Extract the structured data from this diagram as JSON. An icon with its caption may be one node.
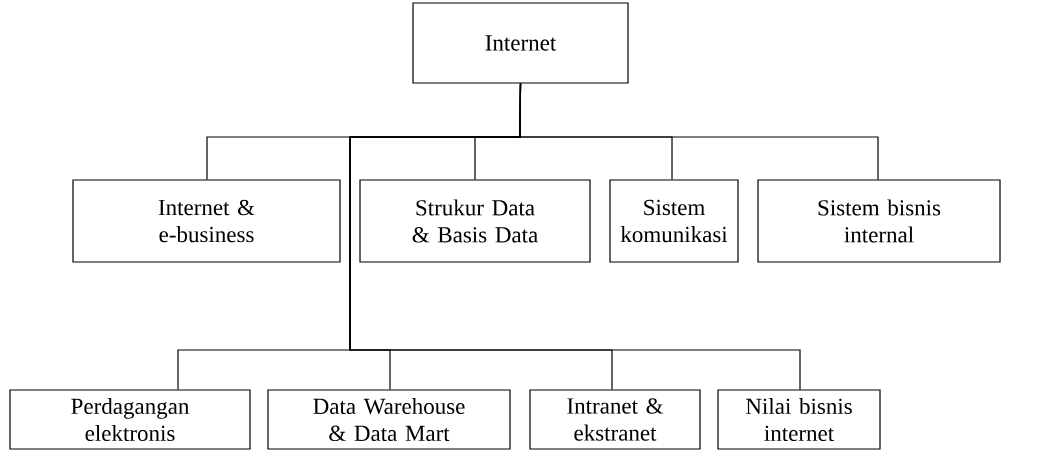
{
  "diagram": {
    "nodes": [
      {
        "text": [
          "Internet"
        ]
      },
      {
        "text": [
          "Internet & e-business"
        ]
      },
      {
        "text": [
          "Strukur Data & Basis Data"
        ]
      },
      {
        "text": [
          "Sistem komunikasi"
        ]
      },
      {
        "text": [
          "Sistem bisnis internal"
        ]
      },
      {
        "text": [
          "Perdagangan elektronis"
        ]
      },
      {
        "text": [
          "Data Warehouse & Data Mart"
        ]
      },
      {
        "text": [
          "Intranet & ekstranet"
        ]
      },
      {
        "text": [
          "Nilai bisnis internet"
        ]
      }
    ],
    "edges": [
      {
        "from": 0,
        "to": 1,
        "arrow": "none"
      },
      {
        "from": 0,
        "to": 2,
        "arrow": "none"
      },
      {
        "from": 0,
        "to": 3,
        "arrow": "none"
      },
      {
        "from": 0,
        "to": 4,
        "arrow": "none"
      },
      {
        "from": 0,
        "to": 5,
        "arrow": "none"
      },
      {
        "from": 0,
        "to": 6,
        "arrow": "none"
      },
      {
        "from": 0,
        "to": 7,
        "arrow": "none"
      },
      {
        "from": 0,
        "to": 8,
        "arrow": "none"
      }
    ]
  }
}
